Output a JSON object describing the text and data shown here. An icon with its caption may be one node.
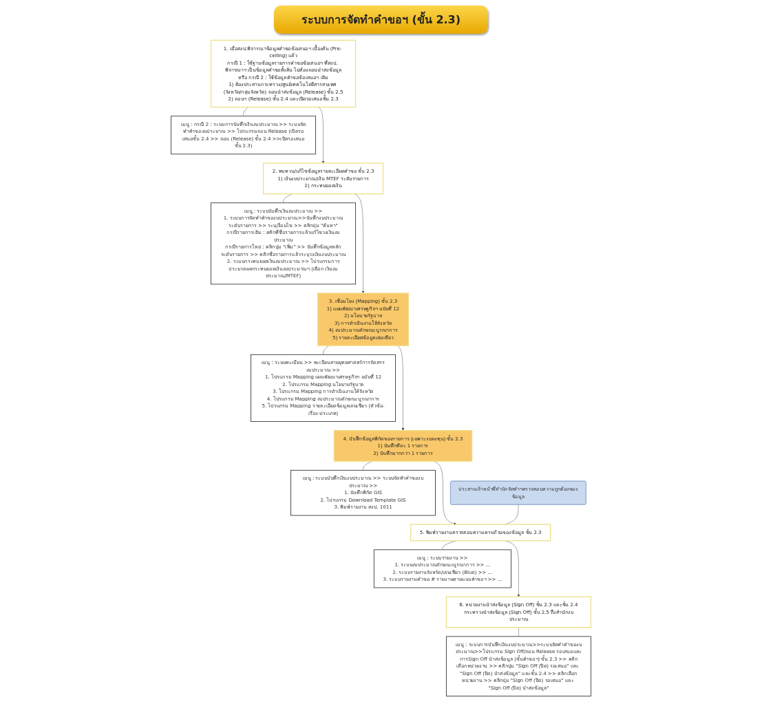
{
  "diagram": {
    "title": "ระบบการจัดทำคำขอฯ (ขั้น 2.3)",
    "nodes": [
      {
        "text": [
          "1. เมื่อสงป.พิจารณาข้อมูลคำขอข้อเสนอฯ เบื้องต้น (Pre- ceiling) แล้ว",
          "กรณี 1 : ใช้ฐานข้อมูลรายการคำขอข้อเสนอฯ ที่สงป. พิจารณาฯ เป็นข้อมูลคำขอตั้งต้น ไม่ต้องถอนนำส่งข้อมูล",
          "หรือ กรณี 2 : ใช้ข้อมูลคำขอข้อเสนอฯ เดิม",
          "1) ต้องประสานกระทรวง/ศูนย์เทคโนโลยีสารสนเทศ (จังหวัด/กลุ่มจังหวัด) ถอนนำส่งข้อมูล (Release) ขั้น 2.5",
          "2) ถอนฯ (Release) ขั้น 2.4 และเปิดรอเสนอขั้น 2.3"
        ]
      },
      {
        "text": [
          "เมนู : กรณี 2 : ระบบการบันทึกเงินงบประมาณ >> ระบบจัดทำคำของบประมาณ >> โปรแกรมถอน Release (เปิดรอเสนอขั้น 2.4 >> ถอน (Release) ขั้น 2.4 >>เปิดรอเสนอขั้น 2.3)"
        ]
      },
      {
        "text": [
          "2. ทบทวน/แก้ไขข้อมูลรายละเอียดคำขอ ขั้น 2.3",
          "1) เงินงบประมาณ/เงิน MTEF ระดับรายการ",
          "2) กระทบยอดเงิน"
        ]
      },
      {
        "text": [
          "เมนู : ระบบบันทึกเงินงบประมาณ >>",
          "1. ระบบการจัดทำคำของบประมาณ>>บันทึกงบประมาณระดับรายการ >> ระบุเงื่อนไข >> คลิกปุ่ม \"ค้นหา\"",
          "กรณีรายการเดิม : คลิกที่ชื่อรายการแล้วแก้ไขวงเงินงบประมาณ",
          "กรณีรายการใหม่ : คลิกปุ่ม \"เพิ่ม\" >> บันทึกข้อมูลหลักระดับรายการ >> คลิกชื่อรายการแล้วระบุวงเงินงบประมาณ",
          "2. ระบบกระทบยอดเงินงบประมาณ >> โปรแกรมการประมวลผลกระทบยอดเงินงบประมาณฯ (เลือก เงินงบประมาณ/MTEF)"
        ]
      },
      {
        "text": [
          "3. เชื่อมโยง (Mapping) ขั้น 2.3",
          "1) แผนพัฒนาเศรษฐกิจฯ ฉบับที่ 12",
          "2) นโยบายรัฐบาล",
          "3) การดำเนินงานให้จังหวัด",
          "4) งบประมาณลักษณะบูรณาการ",
          "5) รายละเอียดข้อมูลเล่มเขียว"
        ]
      },
      {
        "text": [
          "เมนู : ระบบทะเบียน >> ทะเบียนสายยุทธศาสตร์การจัดสรรงบประมาณ >>",
          "1. โปรแกรม Mapping แผนพัฒนาเศรษฐกิจฯ ฉบับที่ 12",
          "2. โปรแกรม Mapping นโยบายรัฐบาล",
          "3. โปรแกรม Mapping การดำเนินงานให้จังหวัด",
          "4. โปรแกรม Mapping งบประมาณลักษณะบูรณาการ",
          "5. โปรแกรม Mapping รายละเอียดข้อมูลเล่มเขียว (หัวข้อ-เรื่อง-ประเภท)"
        ]
      },
      {
        "text": [
          "4. บันทึกข้อมูลพิกัดของรายการ (เฉพาะงบลงทุน) ขั้น 2.3",
          "1) บันทึกทีละ 1 รายการ",
          "2) บันทึกมากกว่า 1 รายการ"
        ]
      },
      {
        "text": [
          "เมนู : ระบบบันทึกเงินงบประมาณ >> ระบบจัดทำคำของบประมาณ >>",
          "1. บันทึกพิกัด GIS",
          "2. โปรแกรม Download Template GIS",
          "3. พิมพ์รายงาน สงป. 1011"
        ]
      },
      {
        "text": [
          "5. พิมพ์รายงานตรวจสอบความครบถ้วนของข้อมูล ขั้น 2.3"
        ]
      },
      {
        "text": [
          "เมนู : ระบบรายงาน >>",
          "1. ระบบงบประมาณลักษณะบูรณาการ >> ...",
          "2. ระบบรายงานจังหวัด/เล่มเขียว (Blue) >> ...",
          "3. ระบบรายงานคำขอ # รายงานตามแบบคำขอฯ >> ..."
        ]
      },
      {
        "text": [
          "ประสานเจ้าหน้าที่สำนักจัดทำฯตรวจสอบความถูกต้องของข้อมูล"
        ]
      },
      {
        "text": [
          "6. หน่วยงานนำส่งข้อมูล (Sign Off) ขั้น 2.3 และขั้น 2.4",
          "กระทรวงนำส่งข้อมูล (Sign Off) ขั้น 2.5 ถึงสำนักงบประมาณ"
        ]
      },
      {
        "text": [
          "เมนู : ระบบการบันทึกเงินงบประมาณ>>ระบบจัดทำคำของบประมาณ>>โปรแกรม Sign Off/ถอน Release รอเสนอและการSign Off นำส่งข้อมูล (ขั้นคำขอฯ) ขั้น 2.3 >> คลิกเลือกหน่วยงาน >> คลิกปุ่ม \"Sign Off (ปิด) รอเสนอ\" และ \"Sign Off (ปิด) นำส่งข้อมูล\" และขั้น 2.4 >> คลิกเลือกหน่วยงาน >> คลิกปุ่ม \"Sign Off (ปิด) รอเสนอ\" และ \"Sign Off (ปิด) นำส่งข้อมูล\""
        ]
      }
    ],
    "edges": [
      {
        "from": 0,
        "to": 1,
        "arrow": "none"
      },
      {
        "from": 0,
        "to": 2,
        "arrow": "to"
      },
      {
        "from": 2,
        "to": 3,
        "arrow": "none"
      },
      {
        "from": 2,
        "to": 4,
        "arrow": "to"
      },
      {
        "from": 4,
        "to": 5,
        "arrow": "none"
      },
      {
        "from": 4,
        "to": 6,
        "arrow": "to"
      },
      {
        "from": 6,
        "to": 7,
        "arrow": "none"
      },
      {
        "from": 6,
        "to": 8,
        "arrow": "to"
      },
      {
        "from": 8,
        "to": 9,
        "arrow": "none"
      },
      {
        "from": 10,
        "to": 8,
        "arrow": "none"
      },
      {
        "from": 8,
        "to": 11,
        "arrow": "to"
      },
      {
        "from": 11,
        "to": 12,
        "arrow": "none"
      }
    ]
  }
}
